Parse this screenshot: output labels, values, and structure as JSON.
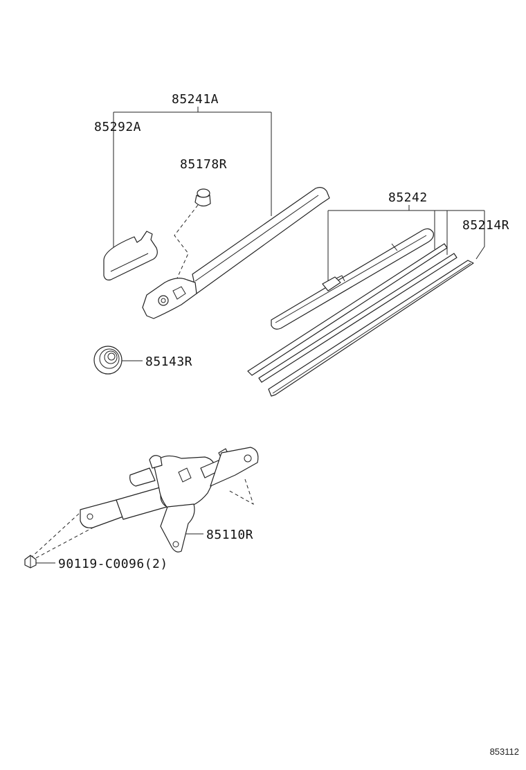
{
  "labels": {
    "arm_assembly": "85241A",
    "arm_cap": "85292A",
    "arm_nut": "85178R",
    "blade_assembly": "85242",
    "blade_rubber": "85214R",
    "grommet": "85143R",
    "motor": "85110R",
    "bolt": "90119-C0096(2)"
  },
  "diagram_ref": "853112"
}
